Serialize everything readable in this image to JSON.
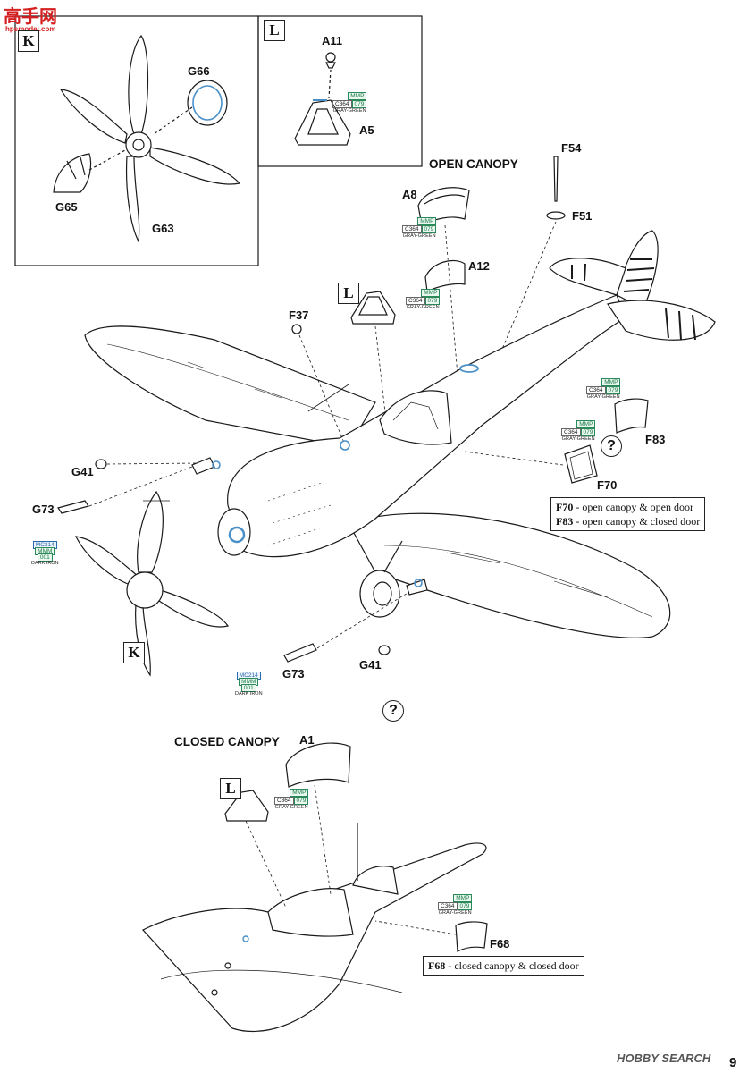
{
  "watermark": {
    "cn": "高手网",
    "url": "hpsmodel.com",
    "footer_brand": "HOBBY SEARCH"
  },
  "page_number": "9",
  "steps": {
    "K_inset": "K",
    "L_inset": "L",
    "L_mid": "L",
    "K_bottom": "K",
    "L_bottom": "L"
  },
  "headings": {
    "open_canopy": "OPEN CANOPY",
    "closed_canopy": "CLOSED CANOPY"
  },
  "parts": {
    "G66": "G66",
    "G65": "G65",
    "G63": "G63",
    "A11": "A11",
    "A5": "A5",
    "F54": "F54",
    "F51": "F51",
    "A8": "A8",
    "A12": "A12",
    "F37": "F37",
    "G41_left": "G41",
    "G73_left": "G73",
    "F83": "F83",
    "F70": "F70",
    "G73_bottom": "G73",
    "G41_bottom": "G41",
    "A1": "A1",
    "F68": "F68"
  },
  "paints": {
    "gray_green": {
      "brand": "MMP",
      "code1": "C364",
      "code2": "079",
      "name": "GRAY-GREEN"
    },
    "dark_iron": {
      "brand": "MC214",
      "code1": "MMM",
      "code2": "001",
      "name": "DARK IRON"
    }
  },
  "notes": {
    "f70_code": "F70",
    "f70_text": " - open canopy & open door",
    "f83_code": "F83",
    "f83_text": " - open canopy & closed door",
    "f68_code": "F68",
    "f68_text": " - closed canopy & closed door"
  },
  "option_symbol": "?",
  "colors": {
    "line": "#1a1a1a",
    "highlight": "#4a90c8",
    "paint_green": "#2a8a5a",
    "paint_blue": "#2a6ab0",
    "watermark_red": "#d42020"
  }
}
